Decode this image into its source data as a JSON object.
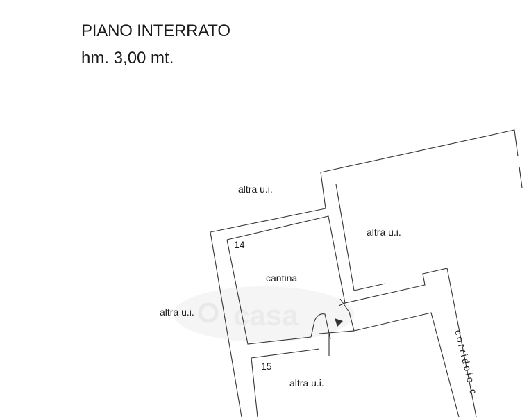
{
  "header": {
    "title": "PIANO INTERRATO",
    "height_note": "hm. 3,00 mt."
  },
  "rooms": {
    "altra_top": "altra u.i.",
    "altra_right_top": "altra u.i.",
    "altra_left": "altra u.i.",
    "altra_bottom": "altra u.i.",
    "room14_number": "14",
    "room14_name": "cantina",
    "room15_number": "15",
    "corridor": "corridoio c"
  },
  "watermark": {
    "text": "casa"
  },
  "colors": {
    "wall": "#333333",
    "text": "#1a1a1a",
    "watermark": "#e9e9e9"
  }
}
